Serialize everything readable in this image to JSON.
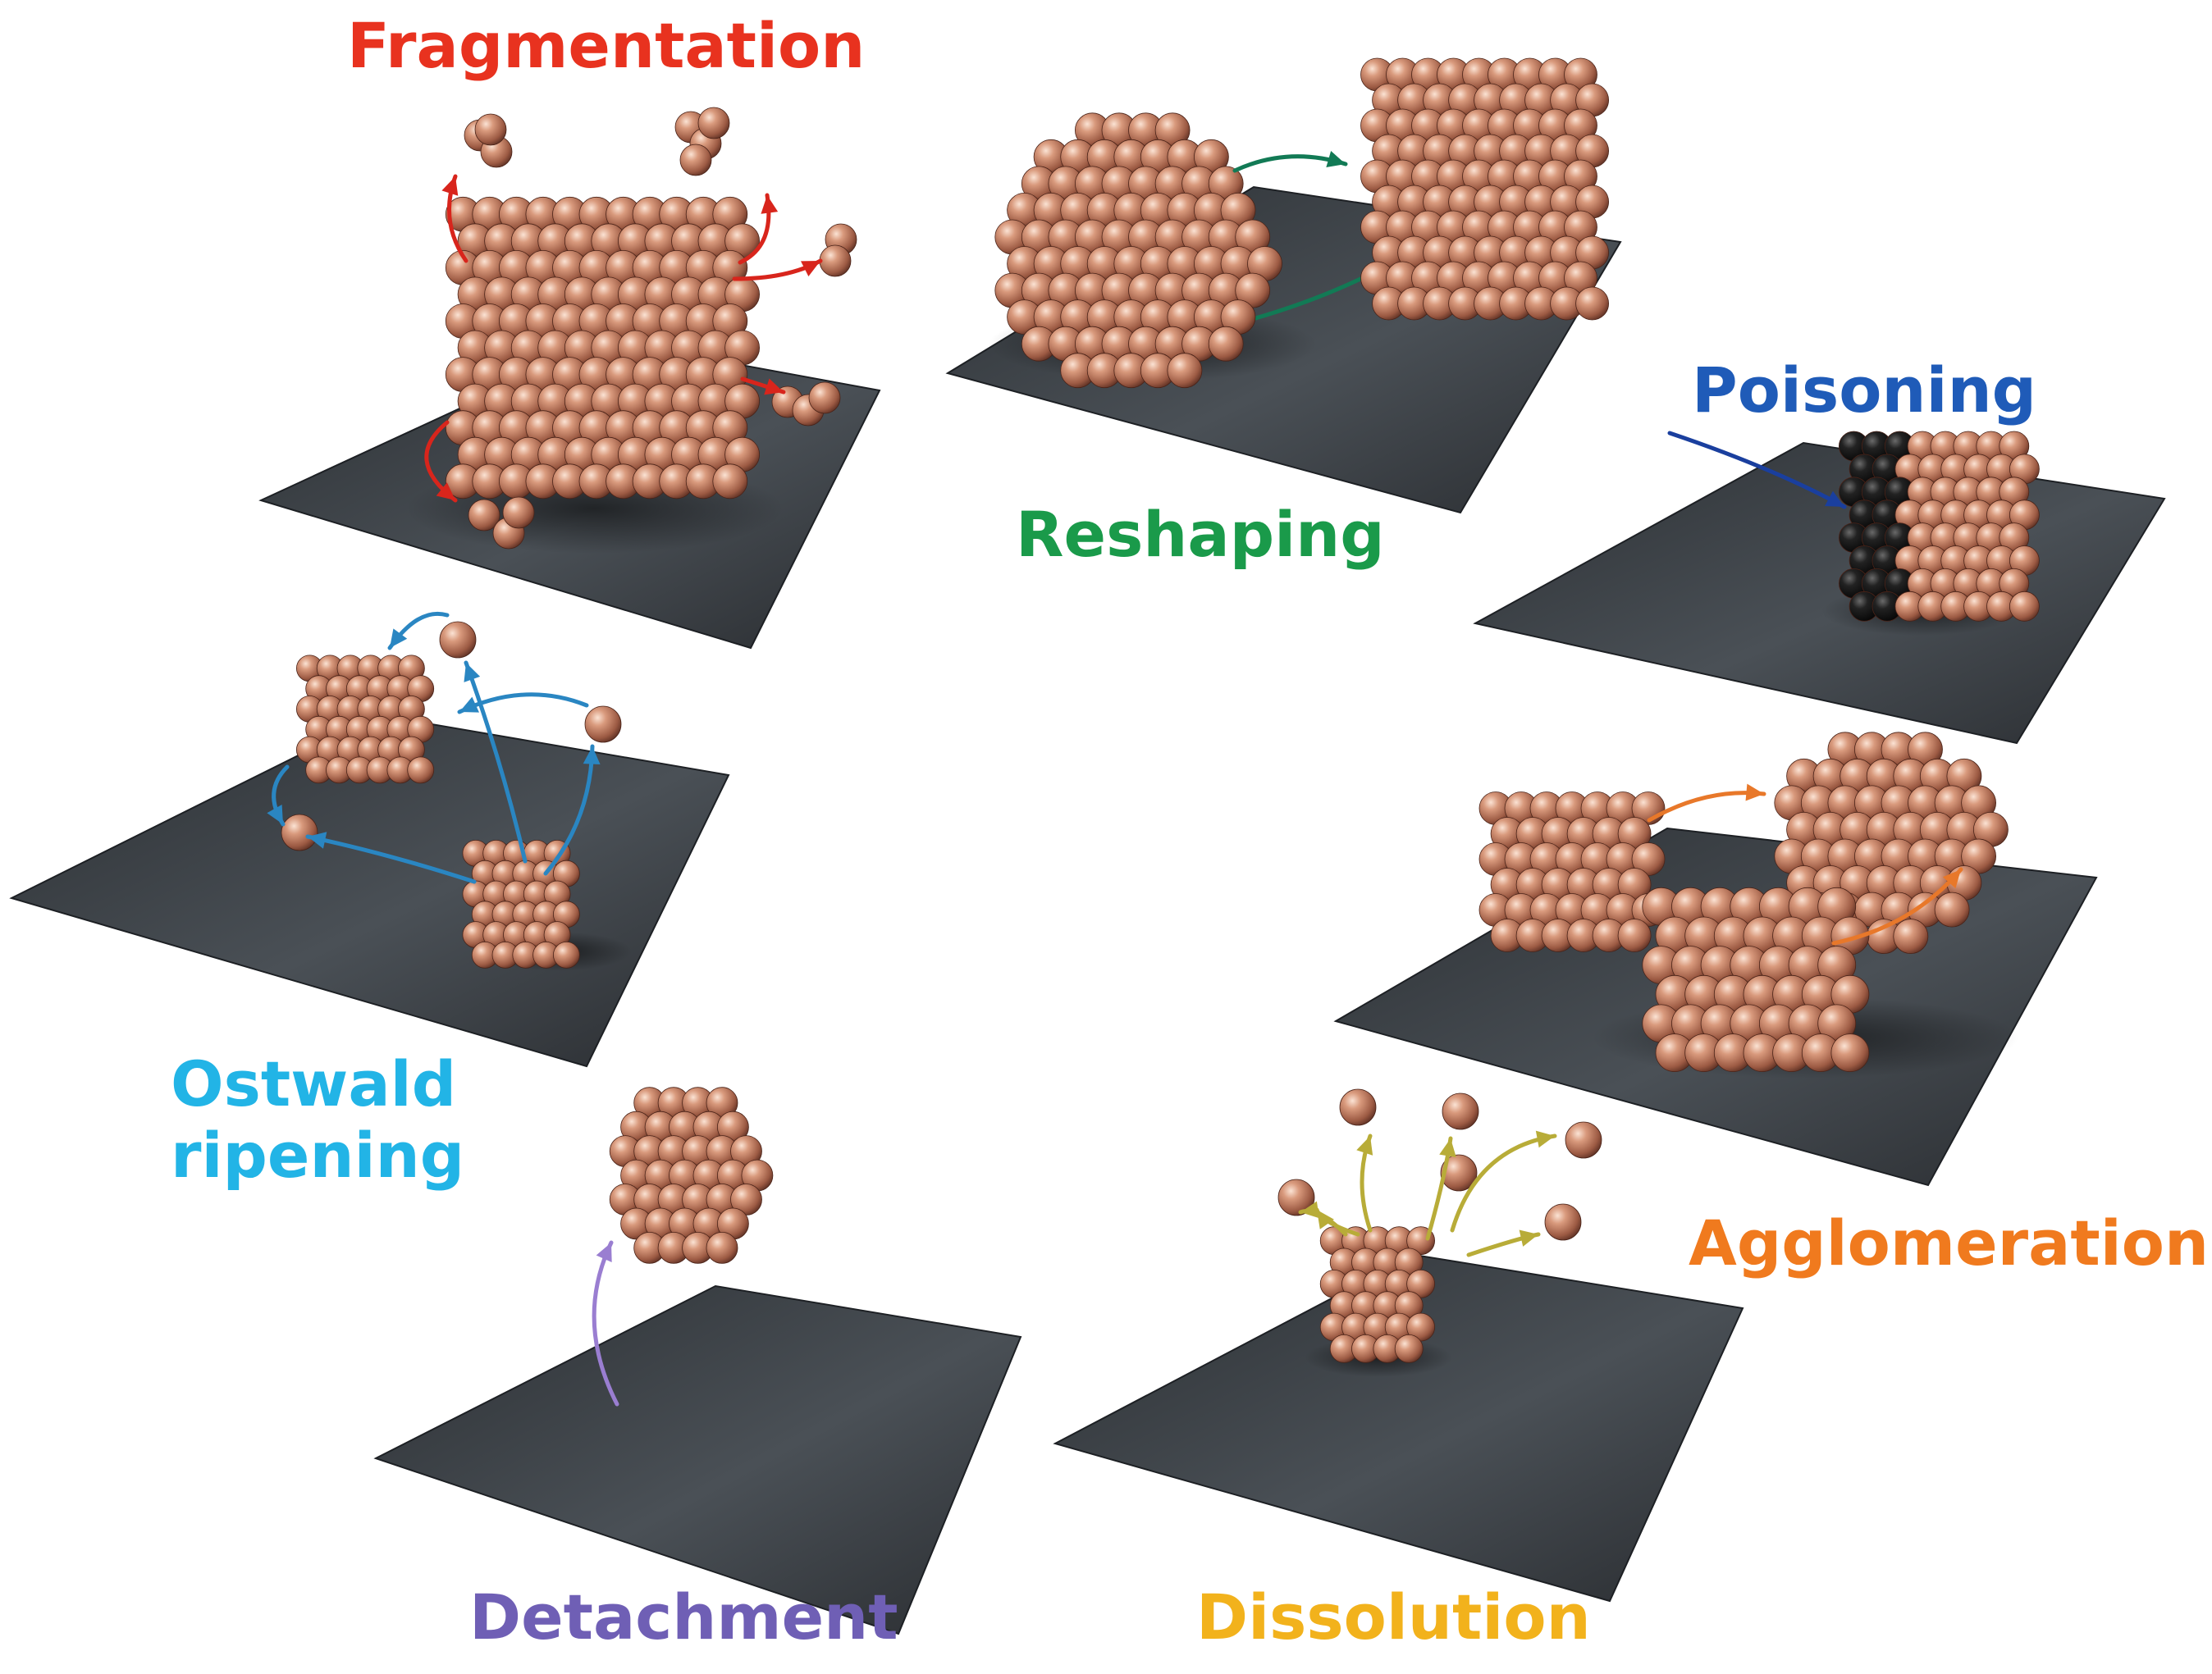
{
  "labels": {
    "fragmentation": "Fragmentation",
    "reshaping": "Reshaping",
    "poisoning": "Poisoning",
    "ostwald": "Ostwald\nripening",
    "detachment": "Detachment",
    "dissolution": "Dissolution",
    "agglomeration": "Agglomeration"
  },
  "colors": {
    "fragmentation": "#e8321f",
    "reshaping": "#1a9a4a",
    "poisoning": "#1f5bb8",
    "ostwald": "#22b4e6",
    "detachment": "#6f5fb5",
    "dissolution": "#f2b21c",
    "agglomeration": "#f07a1e",
    "particle": "#c47e62",
    "poison": "#151515",
    "substrate": "#3e4348",
    "arrow_fragmentation": "#d8251c",
    "arrow_reshaping": "#127a55",
    "arrow_poisoning": "#1a3f9e",
    "arrow_ostwald": "#2a86c2",
    "arrow_detachment": "#9a7ed1",
    "arrow_dissolution": "#b8ac38",
    "arrow_agglomeration": "#e8782a"
  }
}
